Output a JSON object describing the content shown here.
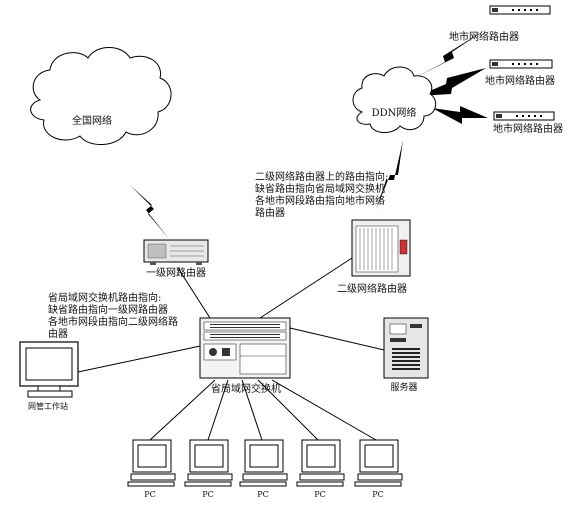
{
  "nodes": {
    "national_network": "全国网络",
    "ddn_network": "DDN网络",
    "city_router_1": "地市网络路由器",
    "city_router_2": "地市网络路由器",
    "city_router_3": "地市网络路由器",
    "level1_router": "一级网路由器",
    "level2_router": "二级网络路由器",
    "core_switch": "省局域网交换机",
    "server": "服务器",
    "mgmt_workstation": "网管工作站",
    "pc_label": "PC"
  },
  "notes": {
    "level2_routing": [
      "二级网络路由器上的路由指向:",
      "缺省路由指向省局域网交换机",
      "各地市网段路由指向地市网络",
      "路由器"
    ],
    "switch_routing": [
      "省局域网交换机路由指向:",
      "缺省路由指向一级网路由器",
      "各地市网段由指向二级网络路",
      "由器"
    ]
  },
  "pcs": [
    "PC",
    "PC",
    "PC",
    "PC",
    "PC"
  ]
}
